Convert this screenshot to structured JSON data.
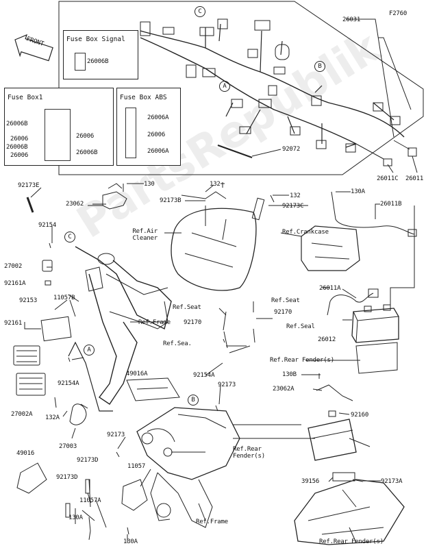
{
  "figure_code": "F2760",
  "front_badge": "FRONT",
  "watermark": "PartsRepublik",
  "boxes": {
    "fuse_box_signal": {
      "title": "Fuse Box Signal",
      "part": "26006B"
    },
    "fuse_box_1": {
      "title": "Fuse Box1",
      "parts": [
        "26006B",
        "26006",
        "26006",
        "26006B",
        "26006",
        "26006B"
      ]
    },
    "fuse_box_abs": {
      "title": "Fuse Box ABS",
      "parts": [
        "26006A",
        "26006",
        "26006A"
      ]
    }
  },
  "callouts": {
    "a": "A",
    "b": "B",
    "c": "C"
  },
  "labels": {
    "p26031": "26031",
    "p92072": "92072",
    "p26011c": "26011C",
    "p26011": "26011",
    "p92173e": "92173E",
    "p130_top": "130",
    "p23062": "23062",
    "p132_top": "132",
    "p92173b": "92173B",
    "p132_mid": "132",
    "p92173c": "92173C",
    "p130a_top": "130A",
    "p26011b": "26011B",
    "p92154": "92154",
    "ref_air_cleaner": "Ref.Air\nCleaner",
    "ref_crankcase": "Ref.Crankcase",
    "p27002": "27002",
    "p92161a": "92161A",
    "p92153": "92153",
    "p11057b": "11057B",
    "p92161": "92161",
    "ref_seat_1": "Ref.Seat",
    "ref_frame_1": "Ref.Frame",
    "p92170_l": "92170",
    "ref_seat_2": "Ref.Seat",
    "p92170_r": "92170",
    "ref_seal": "Ref.Seal",
    "p26011a": "26011A",
    "ref_sea": "Ref.Sea.",
    "p26012": "26012",
    "ref_rear_fender_1": "Ref.Rear Fender(s)",
    "p92154a": "92154A",
    "p49016a": "49016A",
    "p92173_mid": "92173",
    "p130b": "130B",
    "p23062a": "23062A",
    "p92160": "92160",
    "p27002a": "27002A",
    "p132a": "132A",
    "p27003": "27003",
    "p92173_low": "92173",
    "ref_rear_fender_2": "Ref.Rear\nFender(s)",
    "p49016": "49016",
    "p92173d_1": "92173D",
    "p11057": "11057",
    "p92173d_2": "92173D",
    "p39156": "39156",
    "p92173a": "92173A",
    "p11057a": "11057A",
    "p130a_low": "130A",
    "ref_frame_2": "Ref.Frame",
    "p130a_bottom": "130A",
    "ref_rear_fender_3": "Ref.Rear Fender(s)"
  }
}
